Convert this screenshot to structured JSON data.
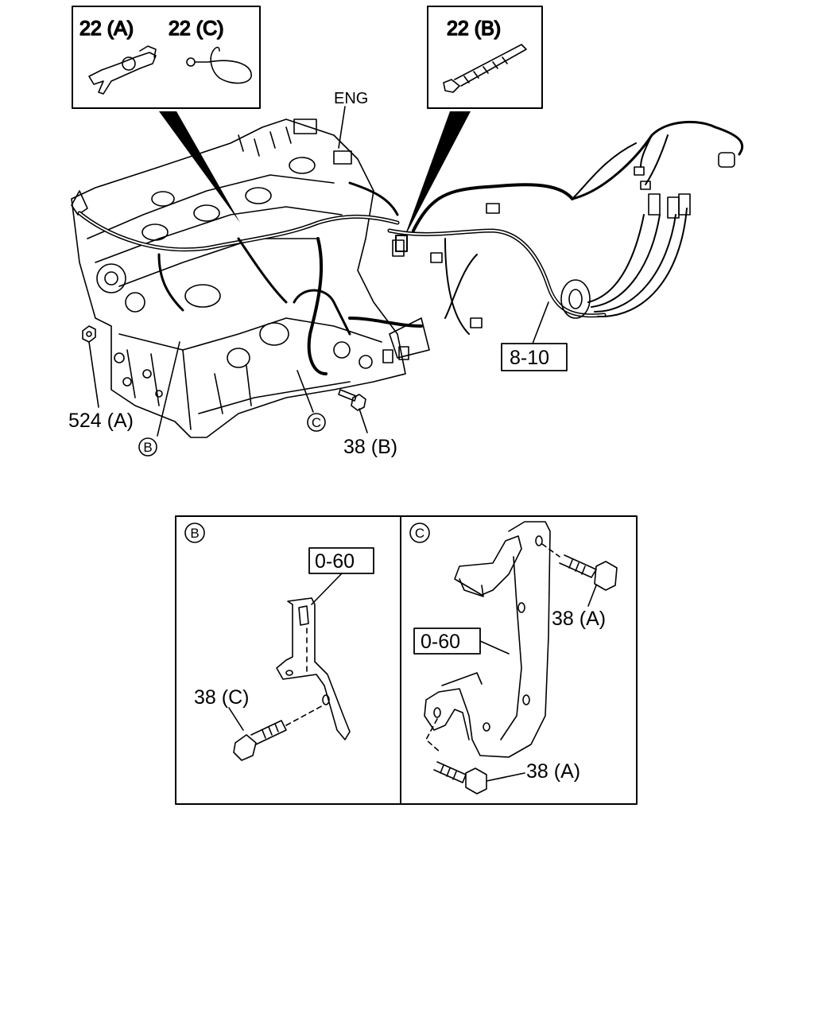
{
  "inset_parts": {
    "clamp_a": "22 (A)",
    "clip_c": "22 (C)",
    "tie_b": "22 (B)"
  },
  "main": {
    "engine_label": "ENG",
    "harness_ref": "8-10",
    "nut_label": "524 (A)",
    "bolt_label": "38 (B)",
    "callout_b": "B",
    "callout_c": "C"
  },
  "detail_b": {
    "marker": "B",
    "ref_box": "0-60",
    "bolt_label": "38 (C)"
  },
  "detail_c": {
    "marker": "C",
    "ref_box": "0-60",
    "bolt_top_label": "38 (A)",
    "bolt_bottom_label": "38 (A)"
  }
}
